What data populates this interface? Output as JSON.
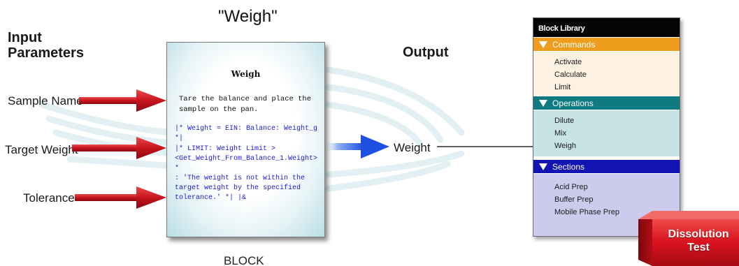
{
  "diagram": {
    "block_title": "\"Weigh\"",
    "block_footer": "BLOCK",
    "input_heading": "Input\nParameters",
    "output_heading": "Output",
    "inputs": [
      "Sample Name",
      "Target Weight",
      "Tolerance"
    ],
    "output_label": "Weight",
    "colors": {
      "input_arrow": "#c8141e",
      "output_arrow": "#1f4fe0",
      "wave": "#dfeef2"
    }
  },
  "document": {
    "title": "Weigh",
    "instruction": "Tare the balance and place the\nsample on the pan.",
    "code_weight": "|* Weight = EIN: Balance: Weight_g *|",
    "code_limit": "|* LIMIT: Weight Limit >\n<Get_Weight_From_Balance_1.Weight> *\n: 'The weight is not within the\ntarget weight by the specified\ntolerance.' *| |&"
  },
  "block_library": {
    "title": "Block Library",
    "sections": [
      {
        "name": "Commands",
        "color": "#ef9d1d",
        "body_color": "#fdf1e2",
        "items": [
          "Activate",
          "Calculate",
          "Limit"
        ]
      },
      {
        "name": "Operations",
        "color": "#0f7a80",
        "body_color": "#c8e3e6",
        "items": [
          "Dilute",
          "Mix",
          "Weigh"
        ]
      },
      {
        "name": "Sections",
        "color": "#1414b4",
        "body_color": "#cccbee",
        "items": [
          "Acid Prep",
          "Buffer Prep",
          "Mobile Phase Prep"
        ]
      }
    ]
  },
  "badge": {
    "text": "Dissolution\nTest",
    "color": "#d8121e"
  }
}
